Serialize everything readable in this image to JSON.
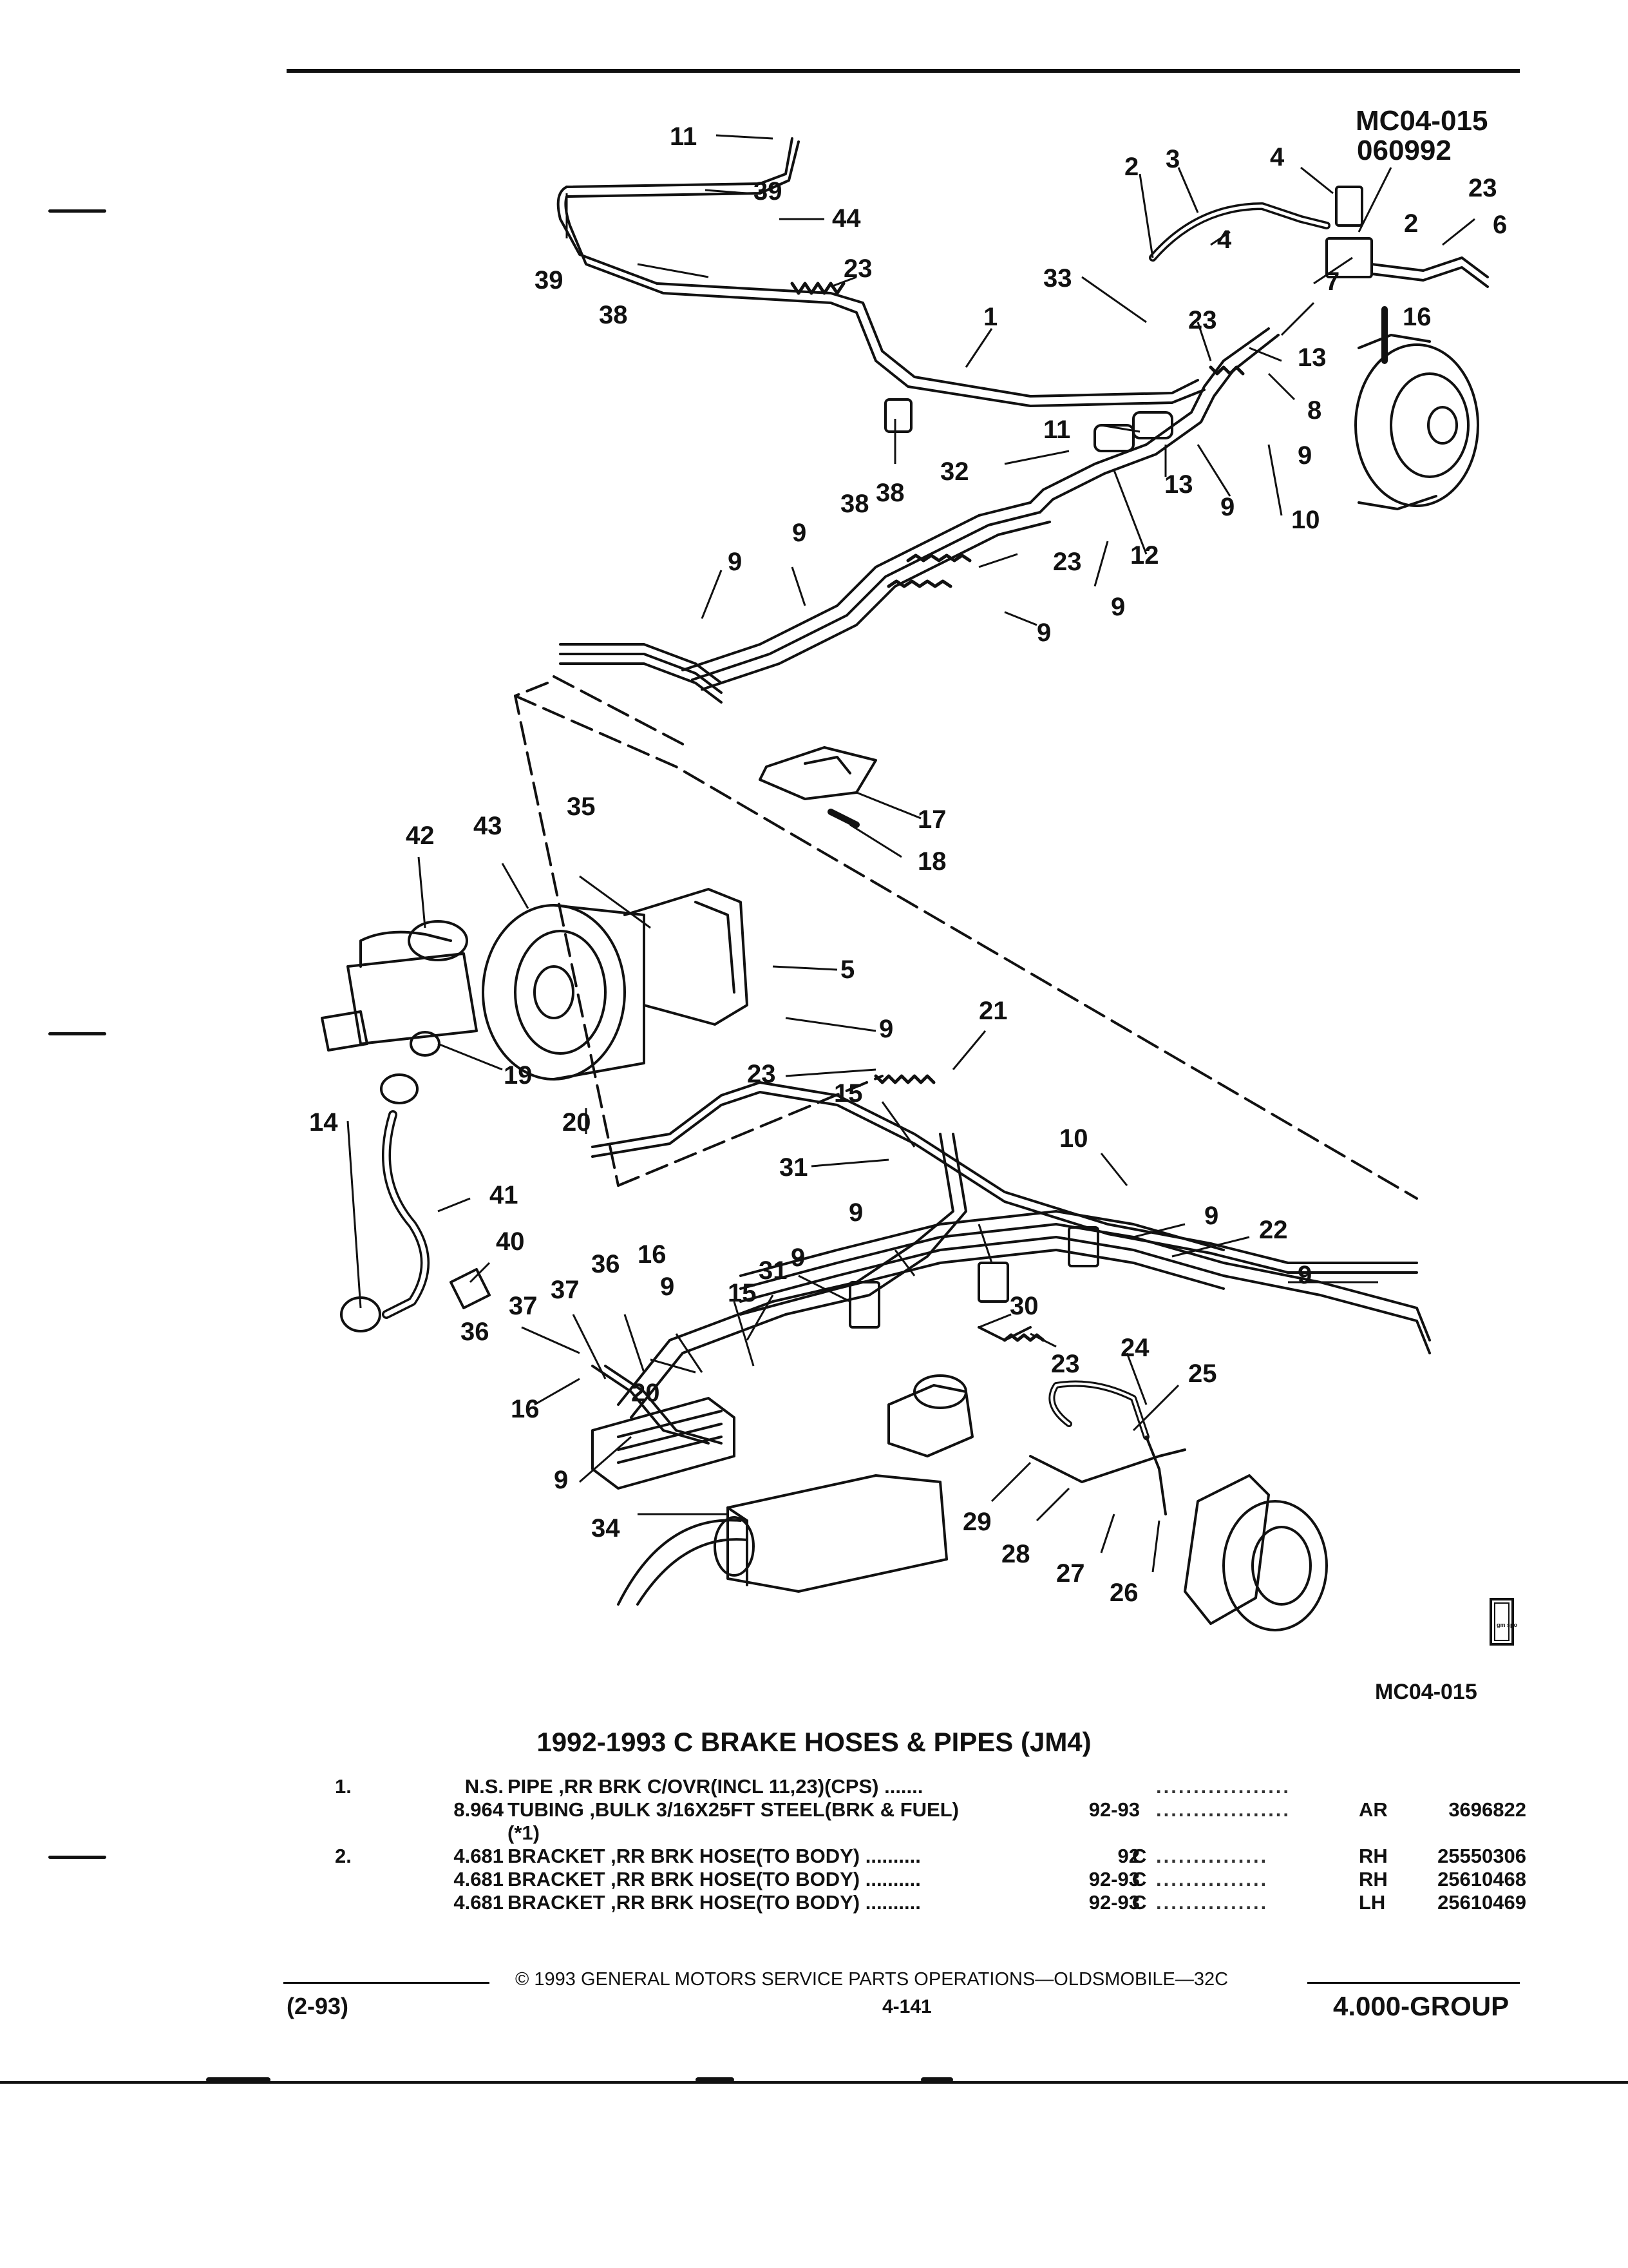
{
  "diagram": {
    "code_top": "MC04-015",
    "date_code": "060992",
    "code_bottom": "MC04-015",
    "logo_text": "gm spo",
    "callouts": [
      "11",
      "39",
      "44",
      "39",
      "38",
      "23",
      "1",
      "38",
      "2",
      "3",
      "4",
      "4",
      "23",
      "2",
      "6",
      "33",
      "7",
      "16",
      "23",
      "13",
      "8",
      "9",
      "11",
      "13",
      "9",
      "10",
      "32",
      "12",
      "38",
      "9",
      "23",
      "9",
      "9",
      "9",
      "17",
      "18",
      "35",
      "43",
      "42",
      "5",
      "19",
      "9",
      "21",
      "20",
      "23",
      "14",
      "15",
      "31",
      "10",
      "41",
      "9",
      "40",
      "22",
      "9",
      "9",
      "36",
      "16",
      "9",
      "31",
      "9",
      "37",
      "37",
      "15",
      "30",
      "36",
      "16",
      "20",
      "23",
      "24",
      "25",
      "9",
      "34",
      "29",
      "28",
      "27",
      "26"
    ]
  },
  "section_title": "1992-1993 C BRAKE HOSES & PIPES (JM4)",
  "parts": [
    {
      "item": "1.",
      "price": "N.S.",
      "desc": "PIPE ,RR BRK C/OVR(INCL 11,23)(CPS)",
      "dots_desc": " .......",
      "years": "",
      "code": "",
      "dots": "..................",
      "side": "",
      "part": ""
    },
    {
      "item": "",
      "price": "8.964",
      "desc": "TUBING ,BULK 3/16X25FT STEEL(BRK & FUEL)",
      "dots_desc": "",
      "years": "92-93",
      "code": "",
      "dots": "..................",
      "side": "AR",
      "part": "3696822"
    },
    {
      "item": "",
      "price": "",
      "desc": "(*1)",
      "dots_desc": "",
      "years": "",
      "code": "",
      "dots": "",
      "side": "",
      "part": ""
    },
    {
      "item": "2.",
      "price": "4.681",
      "desc": "BRACKET ,RR BRK HOSE(TO BODY)",
      "dots_desc": " ..........",
      "years": "92",
      "code": "C",
      "dots": "...............",
      "side": "RH",
      "part": "25550306"
    },
    {
      "item": "",
      "price": "4.681",
      "desc": "BRACKET ,RR BRK HOSE(TO BODY)",
      "dots_desc": " ..........",
      "years": "92-93",
      "code": "C",
      "dots": "...............",
      "side": "RH",
      "part": "25610468"
    },
    {
      "item": "",
      "price": "4.681",
      "desc": "BRACKET ,RR BRK HOSE(TO BODY)",
      "dots_desc": " ..........",
      "years": "92-93",
      "code": "C",
      "dots": "...............",
      "side": "LH",
      "part": "25610469"
    }
  ],
  "footer": {
    "copyright": "©  1993  GENERAL MOTORS SERVICE PARTS OPERATIONS—OLDSMOBILE—32C",
    "date": "(2-93)",
    "page": "4-141",
    "group": "4.000-GROUP"
  }
}
